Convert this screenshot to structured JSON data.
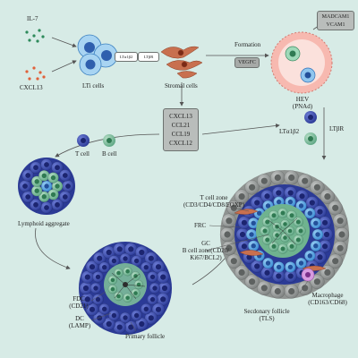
{
  "inputs": {
    "il7": "IL-7",
    "cxcl13": "CXCL13"
  },
  "lti": {
    "label": "LTi cells",
    "lta1b2": "LTα1β2",
    "ltbr": "LTβR"
  },
  "stromal": {
    "label": "Stromal cells",
    "formation": "Formation",
    "vegfc": "VEGFC"
  },
  "hev": {
    "addressins": [
      "MADCAM1",
      "VCAM1"
    ],
    "label_line1": "HEV",
    "label_line2": "(PNAd)",
    "lta1b2": "LTα1β2",
    "ltbr": "LTβR"
  },
  "chemokines": [
    "CXCL13",
    "CCL21",
    "CCL19",
    "CXCL12"
  ],
  "cells": {
    "t_cell": "T cell",
    "b_cell": "B cell"
  },
  "aggregate": {
    "label": "Lymphoid aggregate"
  },
  "primary": {
    "fdc_line1": "FDC",
    "fdc_line2": "(CD21)",
    "dc_line1": "DC",
    "dc_line2": "(LAMP)",
    "label": "Primary follicle"
  },
  "tls": {
    "tzone_line1": "T cell zone",
    "tzone_line2": "(CD3/CD4/CD8/FOXP)",
    "frc": "FRC",
    "gc": "GC",
    "bzone_line1": "B cell zone(CD20/",
    "bzone_line2": "Ki67/BCL2)",
    "macro_line1": "Macrophage",
    "macro_line2": "(CD163/CD68)",
    "label_line1": "Secdonary follicle",
    "label_line2": "(TLS)"
  },
  "colors": {
    "background": "#d7ebe6",
    "b_cell": "#3d4fb0",
    "gc": "#86c2a4",
    "t_cell": "#3a8bd4",
    "macrophage": "#8f9391",
    "hev": "#f7b9b0",
    "vegfc_box": "#a7aaa8"
  }
}
